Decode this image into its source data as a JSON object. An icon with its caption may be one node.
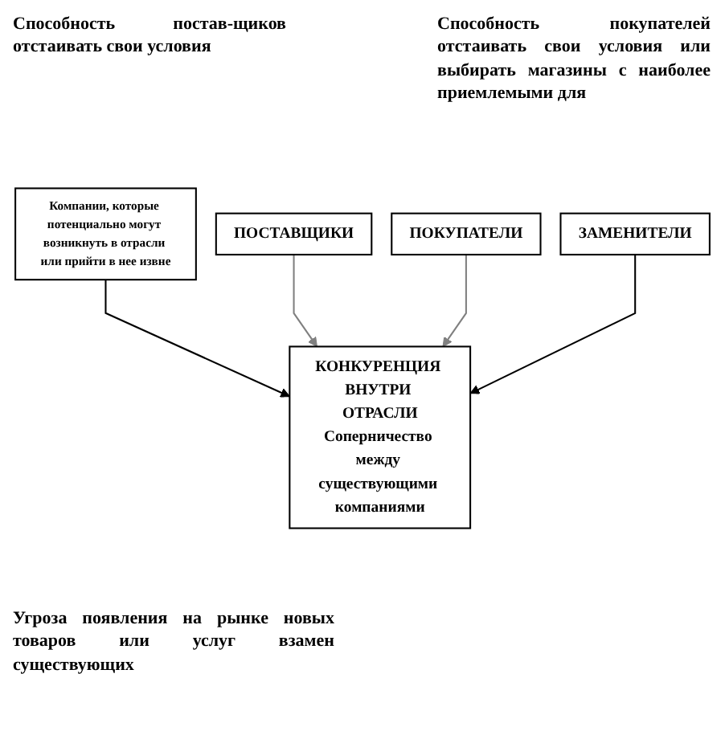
{
  "diagram": {
    "nodes": [
      {
        "text": [
          "Компании, которые потенциально могут возникнуть в отрасли или прийти в нее извне"
        ]
      },
      {
        "text": [
          "КОНКУРЕНЦИЯ ВНУТРИ ОТРАСЛИ",
          "Соперничество между существующими компаниями"
        ]
      },
      {
        "text": [
          "ПОСТАВЩИКИ"
        ]
      },
      {
        "text": [
          "ПОКУПАТЕЛИ"
        ]
      },
      {
        "text": [
          "ЗАМЕНИТЕЛИ"
        ]
      }
    ],
    "edges": [
      {
        "from": 0,
        "to": 1,
        "arrow": "to"
      },
      {
        "from": 2,
        "to": 1,
        "arrow": "to",
        "color": "#808080"
      },
      {
        "from": 3,
        "to": 1,
        "arrow": "to",
        "color": "#808080"
      },
      {
        "from": 4,
        "to": 1,
        "arrow": "to"
      }
    ],
    "labels": [
      "Способность постав-щиков отстаивать свои условия",
      "Способность покупателей отстаивать свои условия или выбирать магазины с наиболее приемлемыми для",
      "Угроза появления на рынке новых товаров или услуг взамен существующих"
    ]
  }
}
